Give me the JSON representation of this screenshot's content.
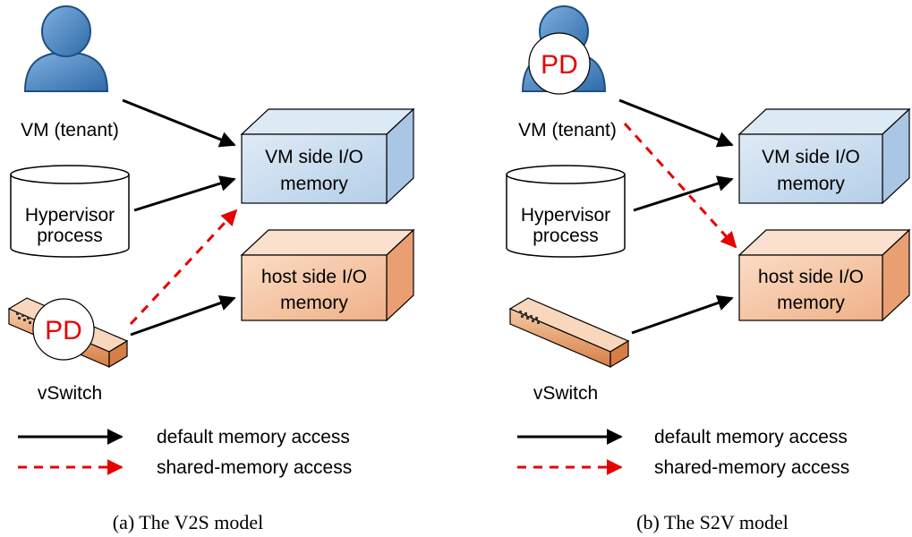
{
  "colors": {
    "default_arrow": "#000000",
    "shared_arrow": "#e60000",
    "vm_box": "#c6dcf0",
    "host_box": "#f8c8a8",
    "user_icon": "#4a86c6",
    "pd_text": "#e60000"
  },
  "panels": [
    {
      "vm_label": "VM (tenant)",
      "hypervisor_line1": "Hypervisor",
      "hypervisor_line2": "process",
      "vswitch_label": "vSwitch",
      "vm_io_line1": "VM side I/O",
      "vm_io_line2": "memory",
      "host_io_line1": "host side I/O",
      "host_io_line2": "memory",
      "pd_badge": "PD",
      "pd_location": "vSwitch",
      "legend_default": "default memory access",
      "legend_shared": "shared-memory access",
      "caption": "(a) The V2S model"
    },
    {
      "vm_label": "VM (tenant)",
      "hypervisor_line1": "Hypervisor",
      "hypervisor_line2": "process",
      "vswitch_label": "vSwitch",
      "vm_io_line1": "VM side I/O",
      "vm_io_line2": "memory",
      "host_io_line1": "host side I/O",
      "host_io_line2": "memory",
      "pd_badge": "PD",
      "pd_location": "VM",
      "legend_default": "default memory access",
      "legend_shared": "shared-memory access",
      "caption": "(b) The S2V model"
    }
  ]
}
